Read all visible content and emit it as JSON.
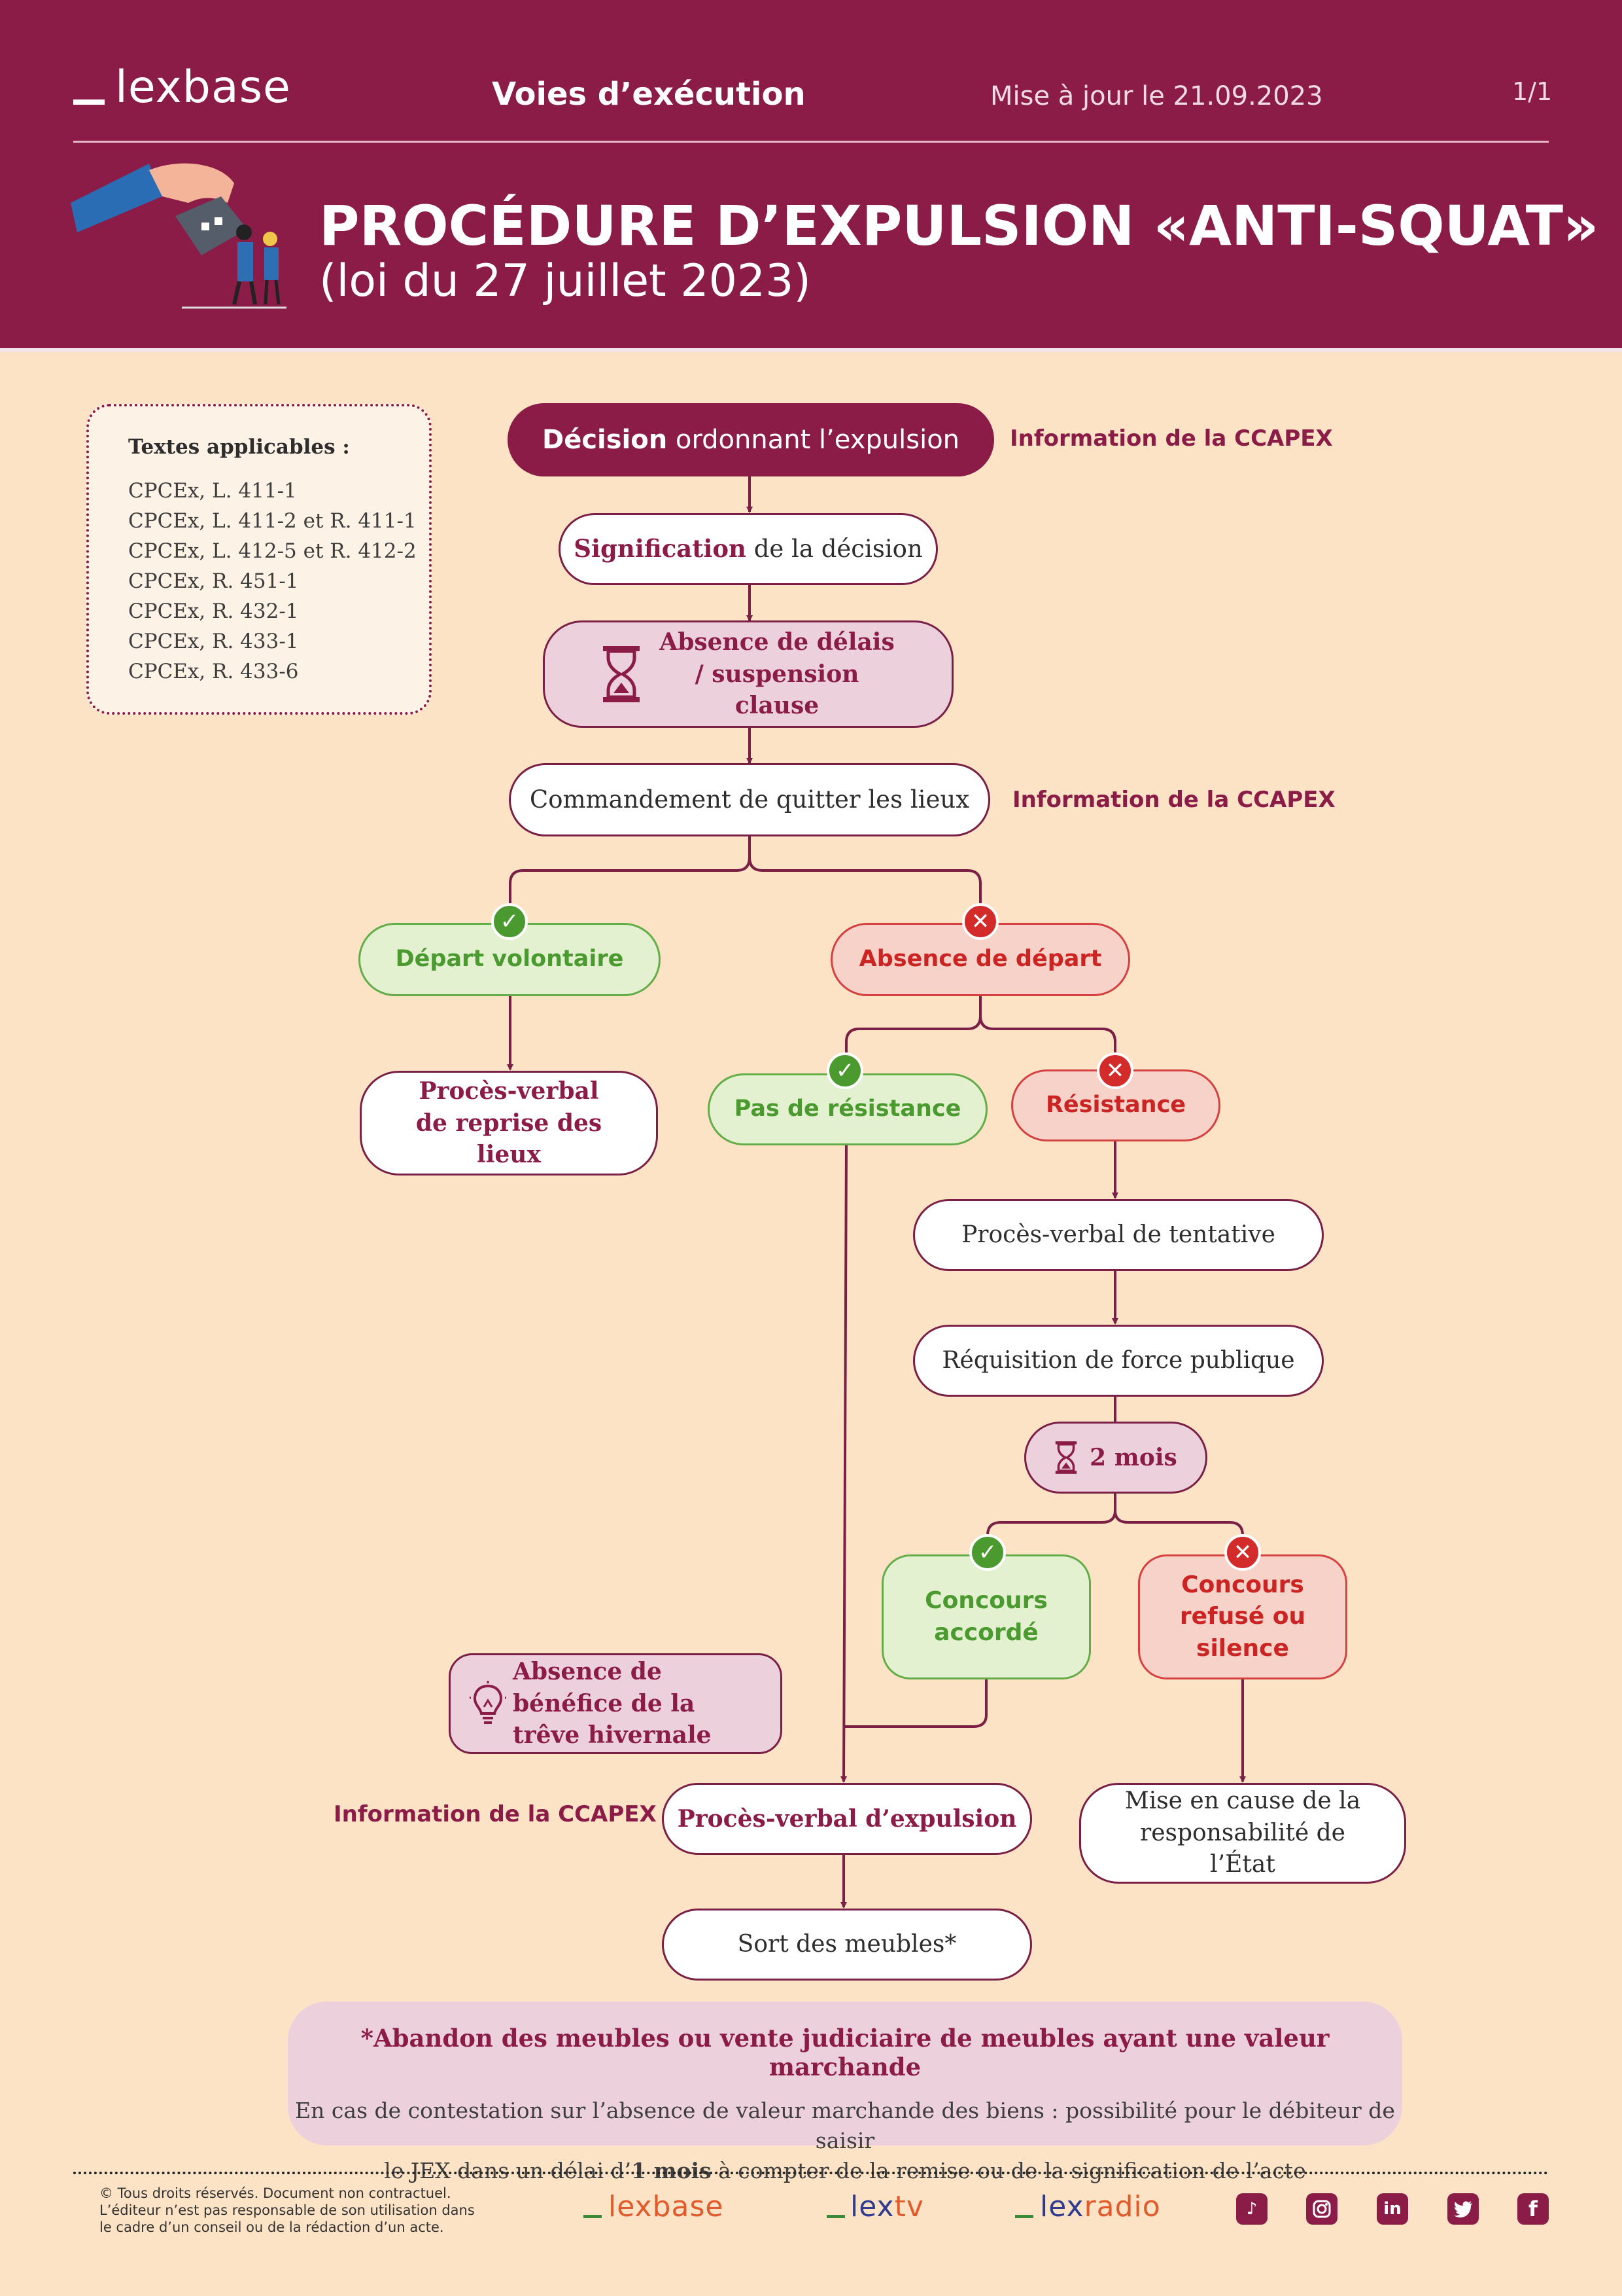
{
  "header": {
    "logo": "lexbase",
    "section": "Voies d’exécution",
    "updated": "Mise à jour le 21.09.2023",
    "page": "1/1",
    "title": "PROCÉDURE D’EXPULSION «ANTI-SQUAT»",
    "subtitle": "(loi du 27 juillet 2023)"
  },
  "texts_box": {
    "title": "Textes applicables :",
    "refs": [
      "CPCEx, L. 411-1",
      "CPCEx, L. 411-2 et R. 411-1",
      "CPCEx, L. 412-5 et R. 412-2",
      "CPCEx, R. 451-1",
      "CPCEx, R. 432-1",
      "CPCEx, R. 433-1",
      "CPCEx, R. 433-6"
    ]
  },
  "flow": {
    "decision_bold": "Décision",
    "decision_rest": " ordonnant l’expulsion",
    "signification_bold": "Signification",
    "signification_rest": " de la décision",
    "absence_delais": "Absence de délais / suspension clause",
    "commandement": "Commandement de quitter les lieux",
    "depart_volontaire": "Départ volontaire",
    "absence_depart": "Absence de départ",
    "pv_reprise": "Procès-verbal de reprise des lieux",
    "pas_resistance": "Pas de résistance",
    "resistance": "Résistance",
    "pv_tentative": "Procès-verbal de tentative",
    "requisition": "Réquisition de force publique",
    "deux_mois": "2 mois",
    "concours_accorde": "Concours accordé",
    "concours_refuse": "Concours refusé ou silence",
    "treve": "Absence de bénéfice de la trêve hivernale",
    "pv_expulsion": "Procès-verbal d’expulsion",
    "mise_en_cause": "Mise en cause de la responsabilité de l’État",
    "sort_meubles": "Sort des meubles*",
    "info_ccapex": "Information de la CCAPEX"
  },
  "note": {
    "title": "*Abandon des meubles ou vente judiciaire de meubles ayant une valeur marchande",
    "body_1": "En cas de contestation sur l’absence de valeur marchande des biens : possibilité pour le débiteur de saisir",
    "body_2a": "le JEX dans un délai d’",
    "body_2b": "1 mois",
    "body_2c": " à compter de la remise ou de la signification de l’acte"
  },
  "footer": {
    "legal_1": "© Tous droits réservés. Document non contractuel.",
    "legal_2": "L’éditeur n’est pas responsable de son utilisation dans",
    "legal_3": "le cadre d’un conseil ou de la rédaction d’un acte.",
    "brand_lexbase": "lexbase",
    "brand_lextv_a": "lex",
    "brand_lextv_b": "tv",
    "brand_lexradio_a": "lex",
    "brand_lexradio_b": "radio",
    "socials": [
      "tiktok-icon",
      "instagram-icon",
      "linkedin-icon",
      "twitter-icon",
      "facebook-icon"
    ]
  },
  "colors": {
    "brand": "#8b1c48",
    "background": "#fde3c6",
    "green": "#4a9a2f",
    "red": "#d32a2a"
  }
}
